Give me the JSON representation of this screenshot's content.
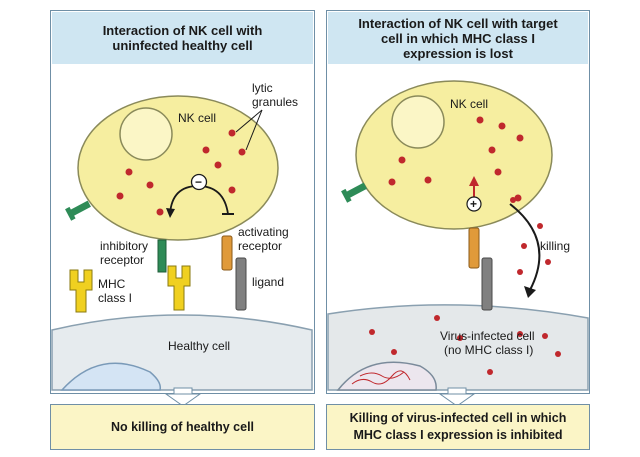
{
  "left_panel": {
    "title": "Interaction of NK cell with\nuninfected healthy cell",
    "nk_cell_label": "NK cell",
    "lytic_label": "lytic",
    "granules_label": "granules",
    "inhibitory_label": "inhibitory",
    "receptor_label": "receptor",
    "activating_label": "activating",
    "activating_receptor_label": "receptor",
    "mhc_label": "MHC",
    "class_label": "class I",
    "ligand_label": "ligand",
    "healthy_cell_label": "Healthy cell",
    "minus_sign": "−",
    "result": "No killing of healthy cell"
  },
  "right_panel": {
    "title": "Interaction of NK cell with target\ncell in which MHC class I\nexpression is lost",
    "nk_cell_label": "NK cell",
    "plus_sign": "+",
    "killing_label": "killing",
    "virus_cell_label": "Virus-infected cell",
    "no_mhc_label": "(no MHC class I)",
    "result": "Killing of virus-infected cell in which\nMHC class I expression is inhibited"
  },
  "colors": {
    "nk_cell_fill": "#f6eea0",
    "nk_cell_stroke": "#8a8a5a",
    "granule": "#c0282d",
    "inhibitory_receptor": "#2e8b57",
    "activating_receptor": "#e09a3a",
    "ligand": "#808080",
    "mhc": "#f0d020",
    "target_cell": "#e6ebee",
    "header_bg": "#cfe6f2",
    "result_bg": "#fbf5c6"
  }
}
